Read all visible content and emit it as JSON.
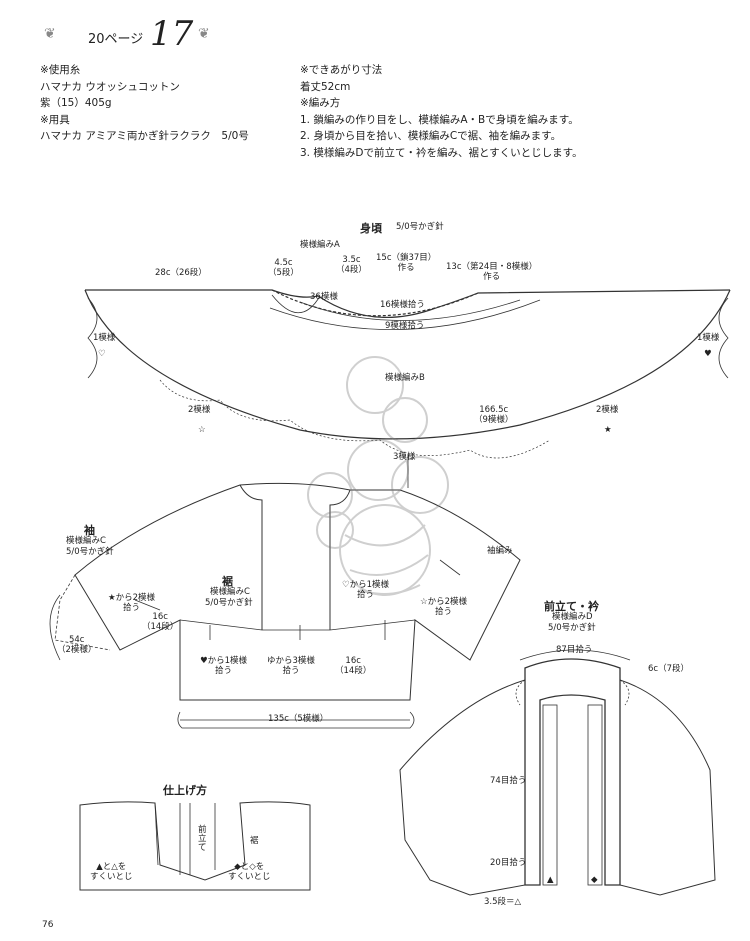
{
  "header": {
    "ornament_left": "❦",
    "ref_text": "20ページ",
    "pattern_number": "17",
    "ornament_right": "❦"
  },
  "materials": {
    "yarn_heading": "※使用糸",
    "yarn_name": "ハマナカ ウオッシュコットン",
    "yarn_color": "紫（15）405g",
    "tools_heading": "※用具",
    "tools": "ハマナカ アミアミ両かぎ針ラクラク　5/0号"
  },
  "finished": {
    "heading": "※できあがり寸法",
    "length": "着丈52cm"
  },
  "method": {
    "heading": "※編み方",
    "steps": [
      "1. 鎖編みの作り目をし、模様編みA・Bで身頃を編みます。",
      "2. 身頃から目を拾い、模様編みCで裾、袖を編みます。",
      "3. 模様編みDで前立て・衿を編み、裾とすくいとじします。"
    ]
  },
  "body_diagram": {
    "title": "身頃",
    "hook": "5/0号かぎ針",
    "pattern_a": "模様編みA",
    "pattern_b": "模様編みB",
    "w28": "28c（26段）",
    "w45": "4.5c\n（5段）",
    "w35": "3.5c\n（4段）",
    "w15": "15c（鎖37目）\n作る",
    "w13": "13c（第24目・8模様）\n作る",
    "p36": "36模様",
    "p16": "16模様拾う",
    "p9": "9模様拾う",
    "m1l": "1模様",
    "m1r": "1模様",
    "m2l": "2模様",
    "m2r": "2模様",
    "c1665": "166.5c\n（9模様）",
    "m3": "3模様",
    "heart_open": "♡",
    "heart_solid": "♥",
    "star_open": "☆",
    "star_solid": "★"
  },
  "sleeve_diagram": {
    "title": "袖",
    "pattern": "模様編みC",
    "hook": "5/0号かぎ針",
    "star_pick": "★から2模様\n拾う",
    "c16": "16c\n（14段）",
    "c54": "54c\n（2模様）"
  },
  "hem_diagram": {
    "title": "裾",
    "pattern": "模様編みC",
    "hook": "5/0号かぎ針",
    "heart_pick": "♥から1模様\n拾う",
    "sun_pick": "ゆから3模様\n拾う",
    "c16": "16c\n（14段）",
    "c135": "135c（5模様）",
    "heartopen_pick": "♡から1模様\n拾う",
    "staropen_pick": "☆から2模様\n拾う",
    "sleeve_tag": "袖編み"
  },
  "band_diagram": {
    "title": "前立て・衿",
    "pattern": "模様編みD",
    "hook": "5/0号かぎ針",
    "s87": "87目拾う",
    "s6c": "6c（7段）",
    "s74": "74目拾う",
    "s20": "20目拾う",
    "s35": "3.5段＝△",
    "mark_tri": "▲",
    "mark_dia": "◆"
  },
  "finish_diagram": {
    "title": "仕上げ方",
    "front": "前\n立\nて",
    "hem": "裾",
    "left_note": "▲と△を\nすくいとじ",
    "right_note": "◆と◇を\nすくいとじ"
  },
  "folio": "76"
}
